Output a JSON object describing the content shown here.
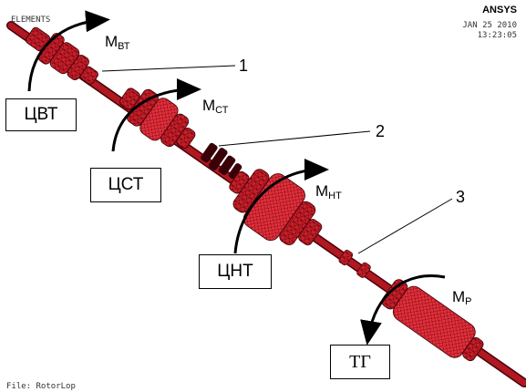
{
  "header": {
    "left_label": "ELEMENTS",
    "brand": "ANSYS",
    "date": "JAN 25 2010",
    "time": "13:23:05"
  },
  "footer": {
    "file_label": "File: RotorLop"
  },
  "cylinders": {
    "hp": "ЦВТ",
    "ip": "ЦСТ",
    "lp": "ЦНТ",
    "gen": "ТГ"
  },
  "moments": {
    "hp": {
      "main": "M",
      "sub": "ВТ"
    },
    "ip": {
      "main": "M",
      "sub": "СТ"
    },
    "lp": {
      "main": "M",
      "sub": "НТ"
    },
    "gen": {
      "main": "M",
      "sub": "Р"
    }
  },
  "callouts": [
    "1",
    "2",
    "3"
  ],
  "colors": {
    "mesh_fill": "#c8202a",
    "mesh_line": "#5a0008",
    "bright": "#f03a40"
  }
}
